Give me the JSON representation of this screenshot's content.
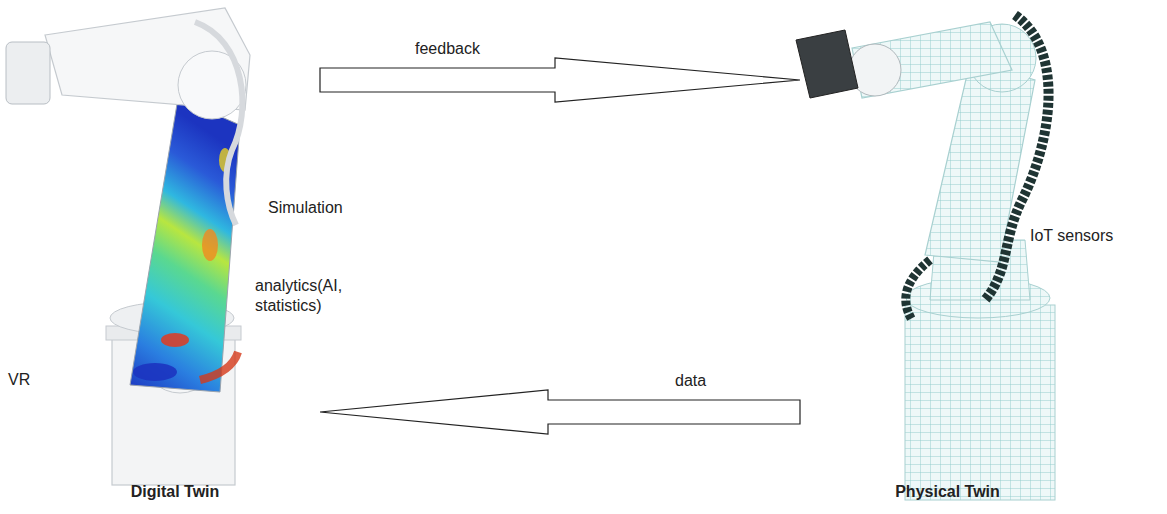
{
  "diagram": {
    "nodes": [
      {
        "text": [
          "Digital Twin"
        ]
      },
      {
        "text": [
          "Physical Twin"
        ]
      }
    ],
    "edges": [
      {
        "from": 0,
        "to": 1,
        "arrow": "to",
        "label": "feedback"
      },
      {
        "from": 1,
        "to": 0,
        "arrow": "to",
        "label": "data"
      }
    ],
    "labels": [
      "Simulation",
      "analytics(AI, statistics)",
      "VR",
      "IoT sensors"
    ]
  }
}
